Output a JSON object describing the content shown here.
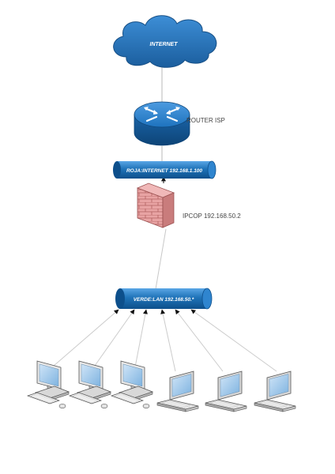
{
  "diagram": {
    "cloud_label": "INTERNET",
    "router_label": "ROUTER ISP",
    "red_pipe_label": "ROJA:INTERNET 192.168.1.100",
    "firewall_label": "IPCOP 192.168.50.2",
    "green_pipe_label": "VERDE:LAN 192.168.50.*",
    "desktops": [
      {
        "name": "desktop-1"
      },
      {
        "name": "desktop-2"
      },
      {
        "name": "desktop-3"
      }
    ],
    "laptops": [
      {
        "name": "laptop-1"
      },
      {
        "name": "laptop-2"
      },
      {
        "name": "laptop-3"
      }
    ],
    "colors": {
      "pipe_blue": "#1f73b8",
      "pipe_dark": "#0d4f8b",
      "router_blue": "#1e73be",
      "firewall_brick": "#d98c8c",
      "link_line": "#b8b8b8"
    }
  }
}
